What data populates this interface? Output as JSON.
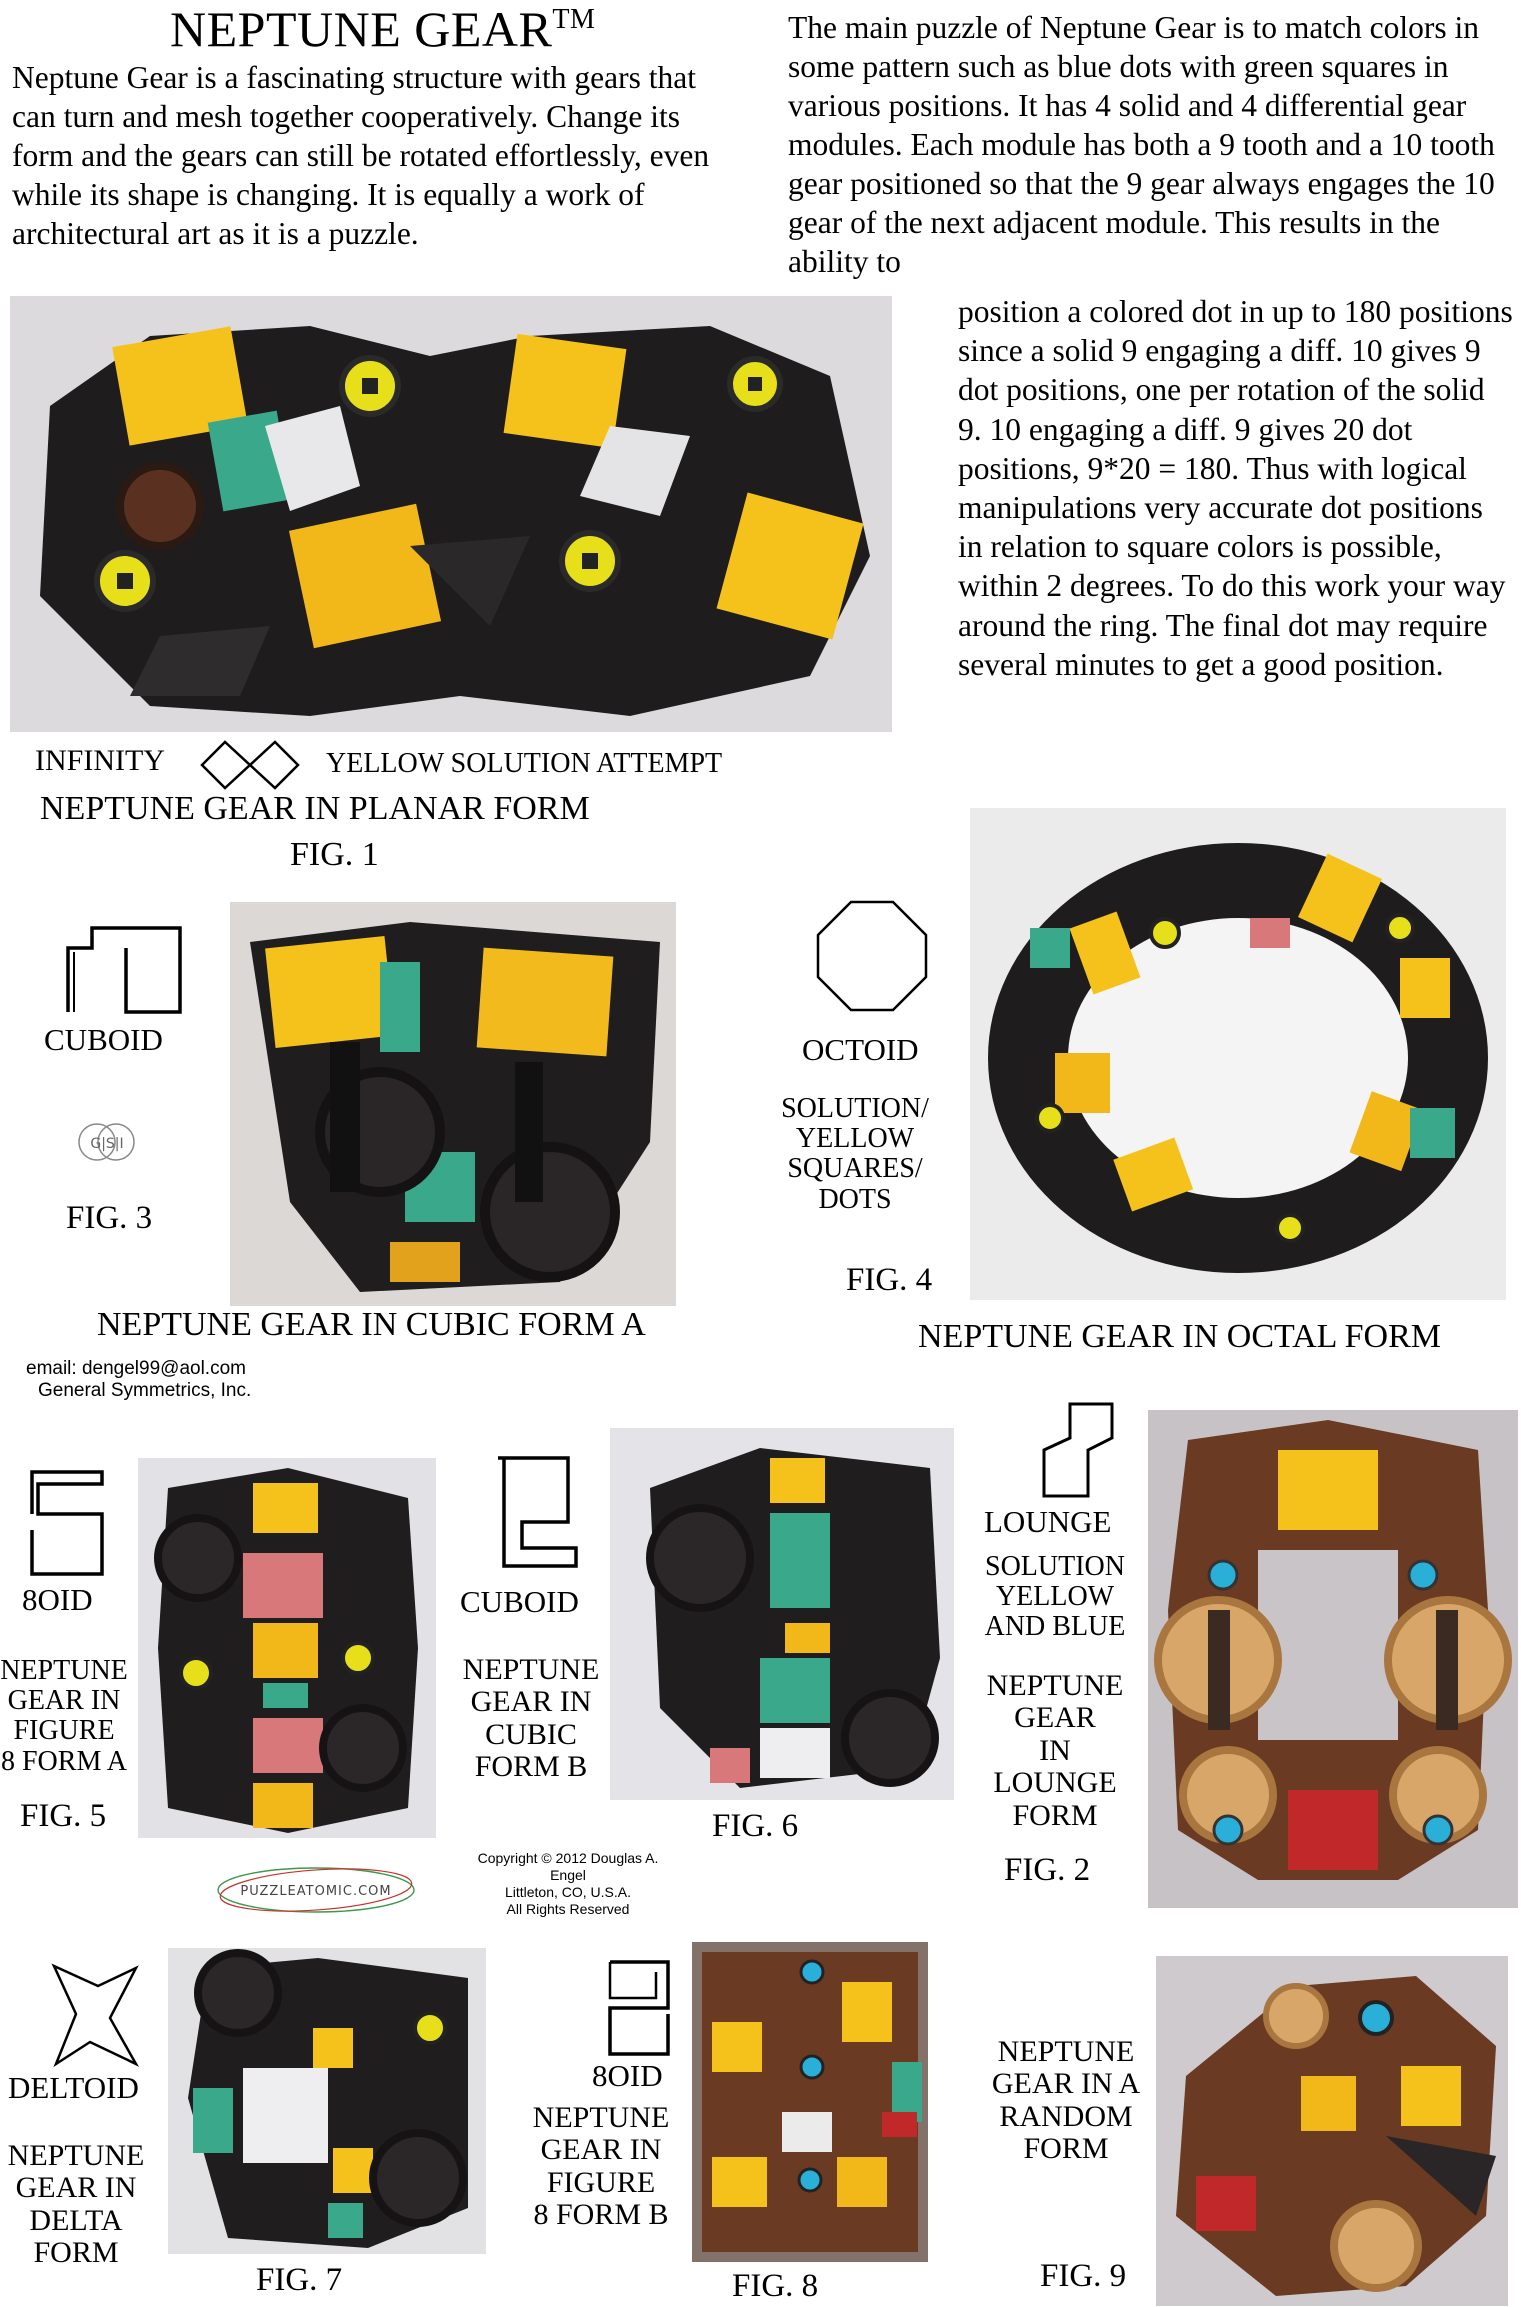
{
  "header": {
    "title": "NEPTUNE GEAR",
    "trademark": "TM",
    "intro": "Neptune Gear is a fascinating structure with gears that can turn and mesh together cooperatively. Change its form and the gears can still be rotated effortlessly, even while its shape is changing. It is equally a work of architectural art as it is a puzzle.",
    "puzzle_text_1": "The main puzzle of Neptune Gear is to match colors in some pattern such as blue dots with green squares in various positions. It has 4 solid and 4 differential gear modules. Each module has both a 9 tooth and a 10 tooth gear positioned so that the 9 gear always engages the 10 gear of the next adjacent module. This results in the ability to",
    "puzzle_text_2": "position a colored dot in up to 180 positions since a solid 9 engaging a diff. 10 gives 9 dot positions, one per rotation of the solid 9. 10 engaging a diff. 9 gives 20 dot positions, 9*20 = 180. Thus with logical manipulations very accurate dot positions in relation to square colors is possible, within 2 degrees. To do this work your way around the ring. The final dot may require several minutes to get a good position."
  },
  "fig1": {
    "shape_label": "INFINITY",
    "note": "YELLOW SOLUTION ATTEMPT",
    "caption": "NEPTUNE GEAR IN PLANAR FORM",
    "fig": "FIG. 1"
  },
  "fig3": {
    "shape_label": "CUBOID",
    "logo_text": "G|S|I",
    "fig": "FIG. 3",
    "caption": "NEPTUNE GEAR IN CUBIC FORM A"
  },
  "fig4": {
    "shape_label": "OCTOID",
    "note_lines": [
      "SOLUTION/",
      "YELLOW",
      "SQUARES/",
      "DOTS"
    ],
    "fig": "FIG. 4",
    "caption": "NEPTUNE GEAR IN OCTAL FORM"
  },
  "contact": {
    "email": "email: dengel99@aol.com",
    "company": "General Symmetrics, Inc."
  },
  "fig5": {
    "shape_label": "8OID",
    "caption_lines": [
      "NEPTUNE",
      "GEAR IN",
      "FIGURE",
      "8 FORM A"
    ],
    "fig": "FIG. 5"
  },
  "fig6": {
    "shape_label": "CUBOID",
    "caption_lines": [
      "NEPTUNE",
      "GEAR IN",
      "CUBIC",
      "FORM B"
    ],
    "fig": "FIG. 6"
  },
  "fig2": {
    "shape_label": "LOUNGE",
    "note_lines": [
      "SOLUTION",
      "YELLOW",
      "AND BLUE"
    ],
    "caption_lines": [
      "NEPTUNE",
      "GEAR",
      "IN",
      "LOUNGE",
      "FORM"
    ],
    "fig": "FIG. 2"
  },
  "logo": {
    "text": "PUZZLEATOMIC.COM"
  },
  "copyright": {
    "lines": [
      "Copyright © 2012 Douglas A. Engel",
      "Littleton, CO, U.S.A.",
      "All Rights Reserved"
    ]
  },
  "fig7": {
    "shape_label": "DELTOID",
    "caption_lines": [
      "NEPTUNE",
      "GEAR IN",
      "DELTA",
      "FORM"
    ],
    "fig": "FIG. 7"
  },
  "fig8": {
    "shape_label": "8OID",
    "caption_lines": [
      "NEPTUNE",
      "GEAR IN",
      "FIGURE",
      "8 FORM B"
    ],
    "fig": "FIG. 8"
  },
  "fig9": {
    "caption_lines": [
      "NEPTUNE",
      "GEAR IN A",
      "RANDOM",
      "FORM"
    ],
    "fig": "FIG. 9"
  },
  "colors": {
    "yellow": "#f5c21b",
    "teal": "#3aa88a",
    "black": "#1c1a1a",
    "wood": "#6b3a22",
    "light_wood": "#d9a66a",
    "pink": "#d8787a",
    "cyan": "#2ab0d8",
    "red": "#c0282a"
  }
}
